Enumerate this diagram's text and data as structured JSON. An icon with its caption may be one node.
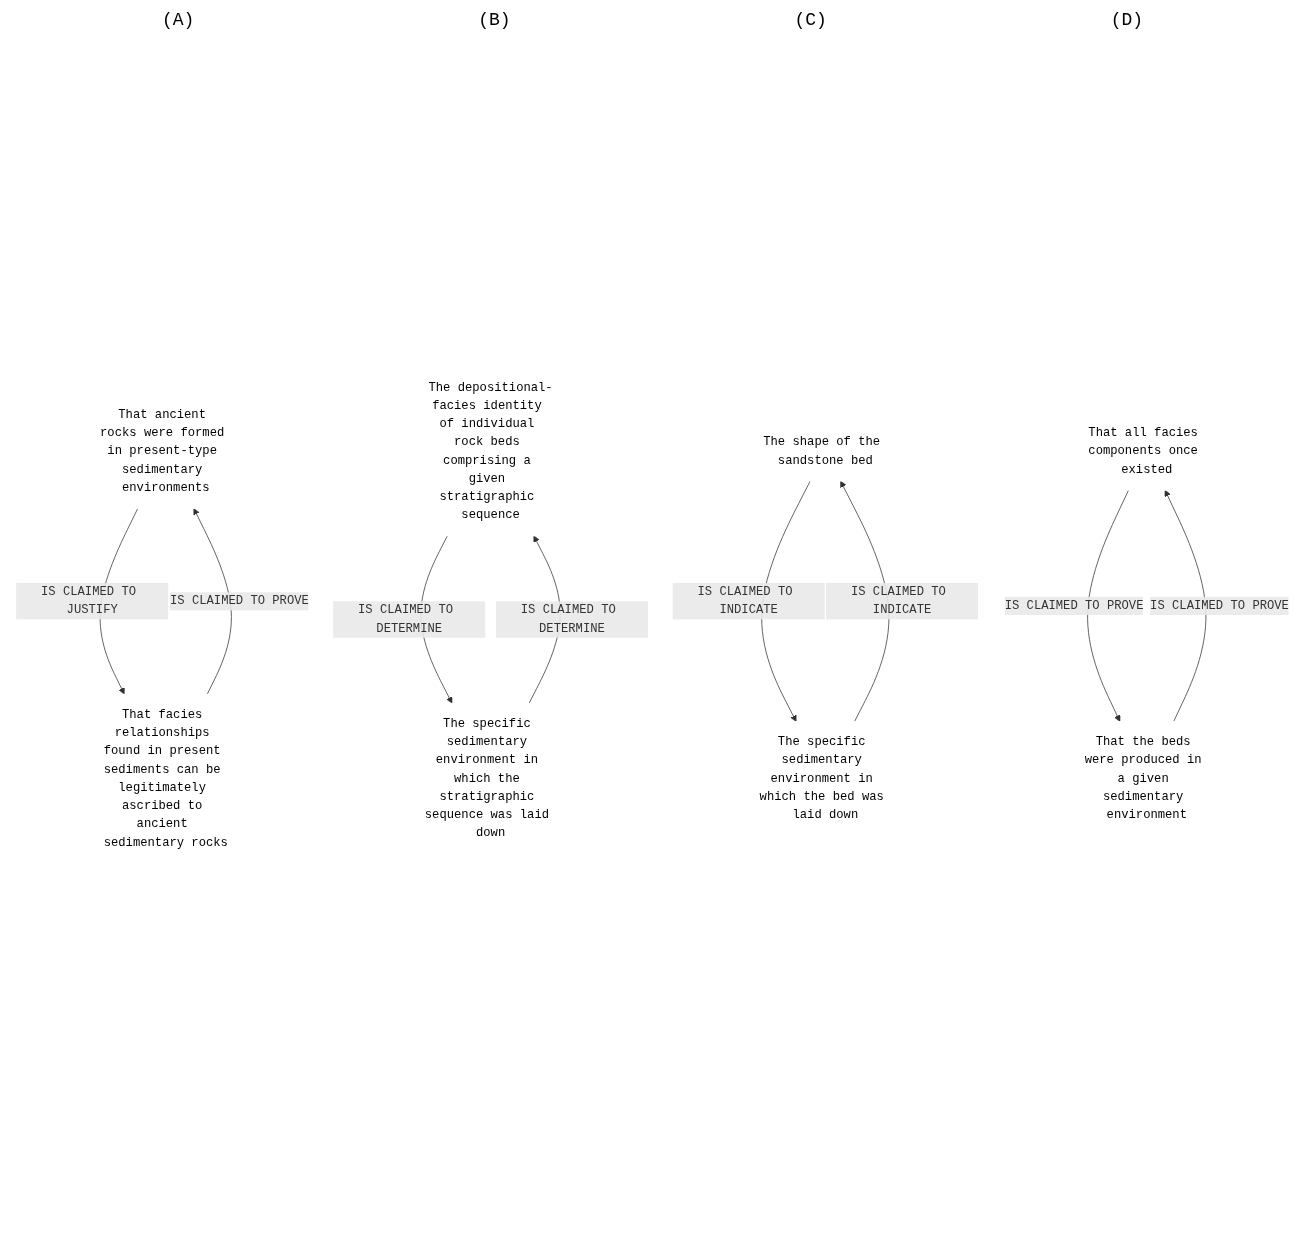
{
  "diagram": {
    "nodes": [
      {
        "text": [
          "That ancient rocks were formed in present-type sedimentary environments"
        ]
      },
      {
        "text": [
          "That facies relationships found in present sediments can be legitimately ascribed to ancient sedimentary rocks"
        ]
      },
      {
        "text": [
          "The depositional-facies identity of individual rock beds comprising a given stratigraphic sequence"
        ]
      },
      {
        "text": [
          "The specific sedimentary environment in which the stratigraphic sequence was laid down"
        ]
      },
      {
        "text": [
          "The shape of the sandstone bed"
        ]
      },
      {
        "text": [
          "The specific sedimentary environment in which the bed was laid down"
        ]
      },
      {
        "text": [
          "That all facies components once existed"
        ]
      },
      {
        "text": [
          "That the beds were produced in a given sedimentary environment"
        ]
      }
    ],
    "edges": [
      {
        "from": 0,
        "to": 1,
        "arrow": "to",
        "label": "IS CLAIMED TO JUSTIFY"
      },
      {
        "from": 1,
        "to": 0,
        "arrow": "to",
        "label": "IS CLAIMED TO PROVE"
      },
      {
        "from": 2,
        "to": 3,
        "arrow": "to",
        "label": "IS CLAIMED TO DETERMINE"
      },
      {
        "from": 3,
        "to": 2,
        "arrow": "to",
        "label": "IS CLAIMED TO DETERMINE"
      },
      {
        "from": 4,
        "to": 5,
        "arrow": "to",
        "label": "IS CLAIMED TO INDICATE"
      },
      {
        "from": 5,
        "to": 4,
        "arrow": "to",
        "label": "IS CLAIMED TO INDICATE"
      },
      {
        "from": 6,
        "to": 7,
        "arrow": "to",
        "label": "IS CLAIMED TO PROVE"
      },
      {
        "from": 7,
        "to": 6,
        "arrow": "to",
        "label": "IS CLAIMED TO PROVE"
      }
    ],
    "labels": [
      "(A)",
      "(B)",
      "(C)",
      "(D)"
    ]
  }
}
